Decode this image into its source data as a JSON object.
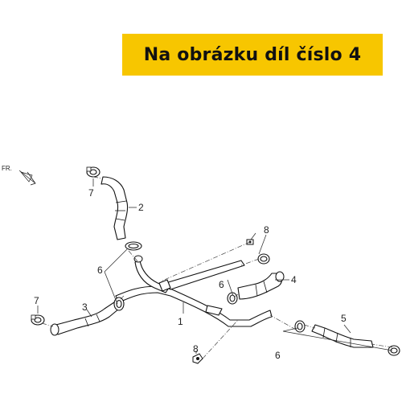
{
  "banner": {
    "text": "Na obrázku díl číslo 4"
  },
  "orientation": {
    "text": "FR."
  },
  "callouts": [
    {
      "id": "c1",
      "label": "1"
    },
    {
      "id": "c2",
      "label": "2"
    },
    {
      "id": "c3",
      "label": "3"
    },
    {
      "id": "c4",
      "label": "4"
    },
    {
      "id": "c5",
      "label": "5"
    },
    {
      "id": "c6a",
      "label": "6"
    },
    {
      "id": "c6b",
      "label": "6"
    },
    {
      "id": "c6c",
      "label": "6"
    },
    {
      "id": "c7a",
      "label": "7"
    },
    {
      "id": "c7b",
      "label": "7"
    },
    {
      "id": "c8a",
      "label": "8"
    },
    {
      "id": "c8b",
      "label": "8"
    }
  ],
  "colors": {
    "banner_bg": "#f7c600",
    "line": "#111111"
  }
}
